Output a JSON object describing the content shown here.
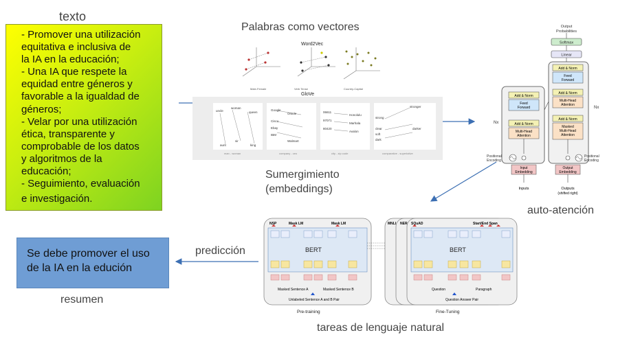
{
  "input_title": "texto",
  "input_lines": [
    "- Promover una utilización",
    "equitativa e inclusiva de",
    "la IA en la educación;",
    "- Una IA que respete la",
    "equidad entre géneros y",
    "favorable a la igualdad de",
    "géneros;",
    "- Velar por una utilización",
    "ética, transparente y",
    "comprobable de los datos",
    "y algoritmos de la",
    "educación;",
    "- Seguimiento, evaluación",
    "e investigación."
  ],
  "vectors_title": "Palabras como vectores",
  "word2vec_title": "Word2Vec",
  "word2vec_captions": [
    "Male-Female",
    "Verb Tense",
    "Country-Capital"
  ],
  "glove_title": "GloVe",
  "glove_captions": [
    "man - woman",
    "company - ceo",
    "city - zip code",
    "comparative - superlative"
  ],
  "glove_words": {
    "p1": [
      "uncle",
      "woman",
      "queen",
      "king",
      "sir",
      "aunt"
    ],
    "p2": [
      "Google",
      "Cisco",
      "Ebay",
      "IBM",
      "Oracle",
      "Walmart"
    ],
    "p3": [
      "06611",
      "Honolulu",
      "97071",
      "Marhala",
      "Avalon",
      "80420"
    ],
    "p4": [
      "stronger",
      "strong",
      "clear",
      "soft",
      "dark",
      "darker"
    ]
  },
  "embedding_label": [
    "Sumergimiento",
    "(embeddings)"
  ],
  "transformer": {
    "output_probabilities": [
      "Output",
      "Probabilities"
    ],
    "softmax": "Softmax",
    "linear": "Linear",
    "add_norm": "Add & Norm",
    "feed_forward": [
      "Feed",
      "Forward"
    ],
    "multi_head": [
      "Multi-Head",
      "Attention"
    ],
    "masked_multi_head": [
      "Masked",
      "Multi-Head",
      "Attention"
    ],
    "nx": "Nx",
    "positional_encoding": [
      "Positional",
      "Encoding"
    ],
    "input_embedding": [
      "Input",
      "Embedding"
    ],
    "output_embedding": [
      "Output",
      "Embedding"
    ],
    "inputs": "Inputs",
    "outputs": [
      "Outputs",
      "(shifted right)"
    ]
  },
  "attention_label": "auto-atención",
  "bert": {
    "pretrain_top_labels": [
      "NSP",
      "Mask LM",
      "Mask LM"
    ],
    "model_name": "BERT",
    "pretrain_bottom": [
      "Masked Sentence A",
      "Masked Sentence B",
      "Unlabeled Sentence A and B Pair"
    ],
    "pretrain_caption": "Pre-training",
    "finetune_tabs": [
      "MNLI",
      "NER",
      "SQuAD"
    ],
    "finetune_top_label": "Start/End Span",
    "finetune_bottom": [
      "Question",
      "Paragraph",
      "Question Answer Pair"
    ],
    "finetune_caption": "Fine-Tuning"
  },
  "tasks_label": "tareas de lenguaje natural",
  "prediction_label": "predicción",
  "summary_lines": [
    "Se debe promover el uso",
    "de la IA en la edución"
  ],
  "summary_title": "resumen",
  "colors": {
    "arrow": "#3c6fb3",
    "yellow_green_start": "#ffff00",
    "yellow_green_end": "#7ed321",
    "summary_box": "#6f9dd4",
    "bert_panel": "#dde8f5",
    "bert_token_yellow": "#f7e6a0",
    "bert_input_pink": "#f2c6c6",
    "attention_orange": "#fbe1c6",
    "feed_blue": "#cfe6fa",
    "addnorm_yellow": "#f4f1b4",
    "softmax_green": "#cdeccd"
  }
}
